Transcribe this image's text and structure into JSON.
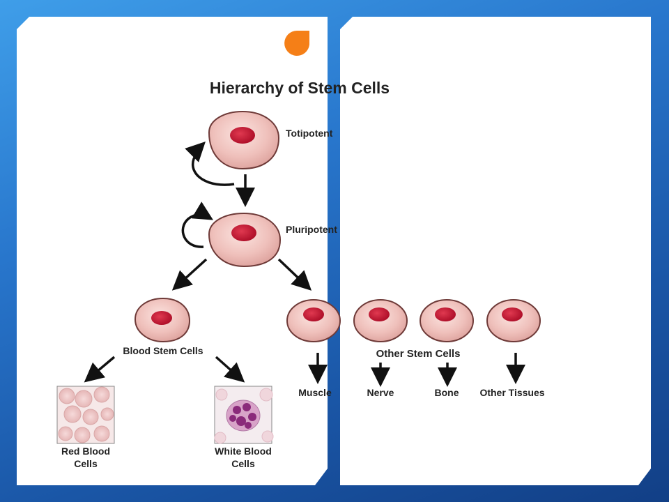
{
  "slide": {
    "accent_color": "#f57f17",
    "background_color": "#2a7ad0"
  },
  "diagram": {
    "title": "Hierarchy of Stem Cells",
    "totipotent": "Totipotent",
    "pluripotent": "Pluripotent",
    "blood_stem_cells": "Blood Stem Cells",
    "other_stem_cells": "Other Stem Cells",
    "targets": [
      "Muscle",
      "Nerve",
      "Bone",
      "Other Tissues"
    ],
    "red_blood_line1": "Red Blood",
    "red_blood_line2": "Cells",
    "white_blood_line1": "White Blood",
    "white_blood_line2": "Cells"
  }
}
